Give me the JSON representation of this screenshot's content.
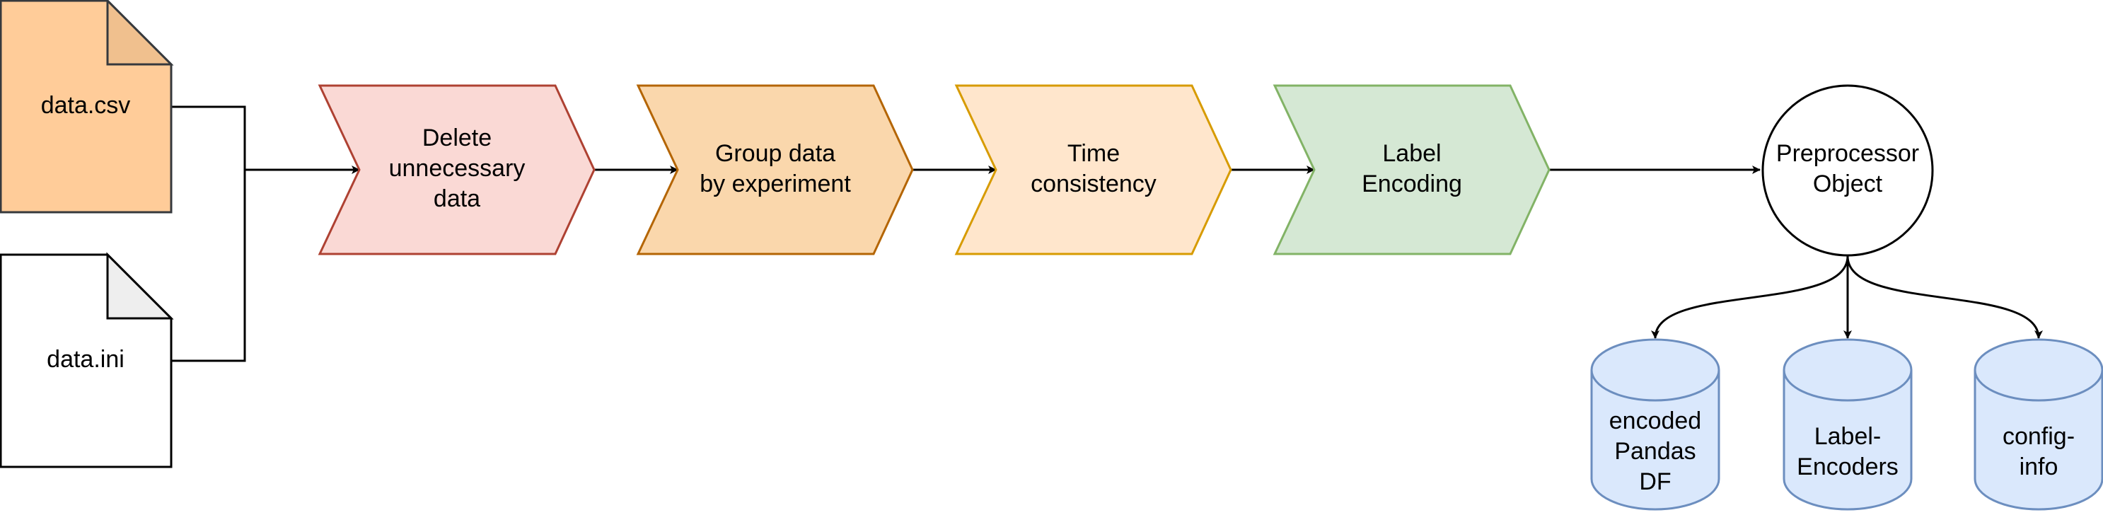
{
  "diagram": {
    "colors": {
      "csv_fill": "#ffcc99",
      "csv_fold": "#f0c08e",
      "csv_stroke": "#36393d",
      "ini_fill": "#ffffff",
      "ini_fold": "#eeeeee",
      "ini_stroke": "#000000",
      "step1_fill": "#fad9d5",
      "step1_stroke": "#ae4132",
      "step2_fill": "#fad7ac",
      "step2_stroke": "#b46504",
      "step3_fill": "#ffe6cc",
      "step3_stroke": "#d79b00",
      "step4_fill": "#d5e8d4",
      "step4_stroke": "#82b366",
      "db_fill": "#dae8fc",
      "db_stroke": "#6c8ebf",
      "edge": "#000000"
    },
    "inputs": [
      {
        "id": "csv",
        "label": "data.csv"
      },
      {
        "id": "ini",
        "label": "data.ini"
      }
    ],
    "steps": [
      {
        "id": "step1",
        "lines": [
          "Delete",
          "unnecessary",
          "data"
        ]
      },
      {
        "id": "step2",
        "lines": [
          "Group data",
          "by experiment"
        ]
      },
      {
        "id": "step3",
        "lines": [
          "Time",
          "consistency"
        ]
      },
      {
        "id": "step4",
        "lines": [
          "Label",
          "Encoding"
        ]
      }
    ],
    "object": {
      "lines": [
        "Preprocessor",
        "Object"
      ]
    },
    "outputs": [
      {
        "id": "db1",
        "lines": [
          "encoded",
          "Pandas",
          "DF"
        ]
      },
      {
        "id": "db2",
        "lines": [
          "Label-",
          "Encoders"
        ]
      },
      {
        "id": "db3",
        "lines": [
          "config-",
          "info"
        ]
      }
    ]
  }
}
